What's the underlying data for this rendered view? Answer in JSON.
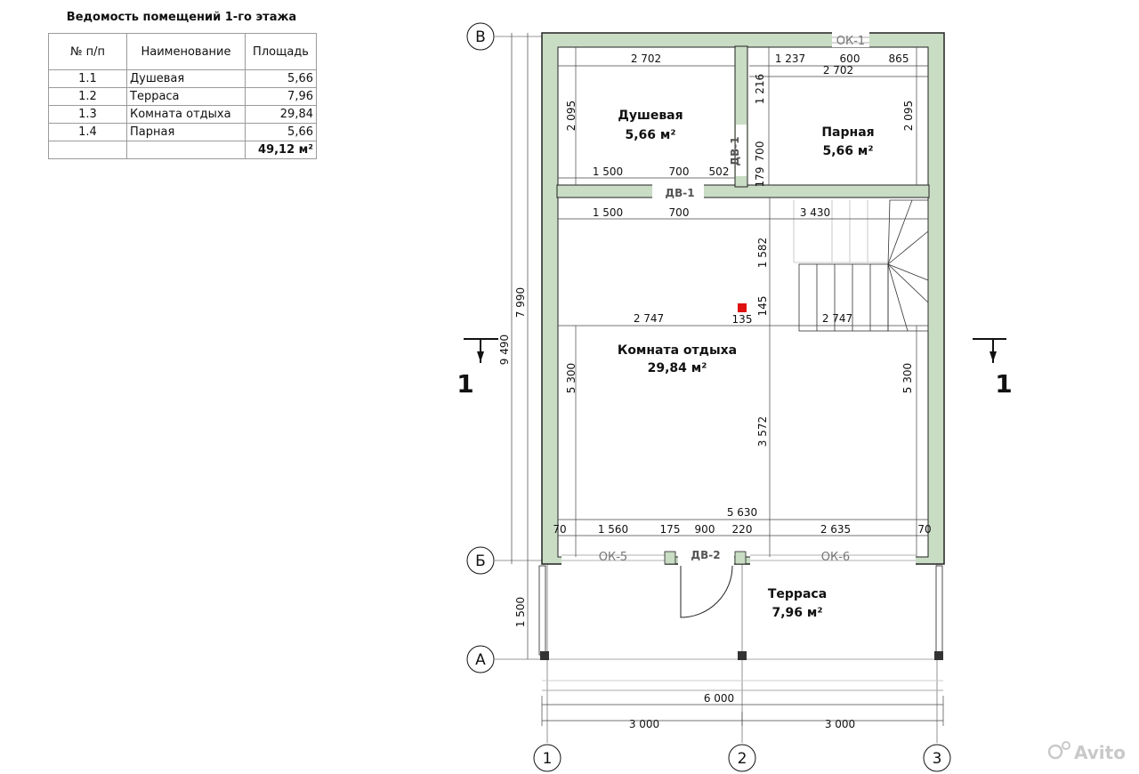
{
  "schedule": {
    "title": "Ведомость помещений 1-го этажа",
    "headers": [
      "№ п/п",
      "Наименование",
      "Площадь"
    ],
    "rows": [
      {
        "num": "1.1",
        "name": "Душевая",
        "area": "5,66"
      },
      {
        "num": "1.2",
        "name": "Терраса",
        "area": "7,96"
      },
      {
        "num": "1.3",
        "name": "Комната отдыха",
        "area": "29,84"
      },
      {
        "num": "1.4",
        "name": "Парная",
        "area": "5,66"
      }
    ],
    "total": "49,12 м²"
  },
  "rooms": {
    "shower": {
      "name": "Душевая",
      "area": "5,66 м²"
    },
    "steam": {
      "name": "Парная",
      "area": "5,66 м²"
    },
    "lounge": {
      "name": "Комната отдыха",
      "area": "29,84 м²"
    },
    "terrace": {
      "name": "Терраса",
      "area": "7,96 м²"
    }
  },
  "tags": {
    "door1": "ДВ-1",
    "door2": "ДВ-2",
    "win1": "ОК-1",
    "win5": "ОК-5",
    "win6": "ОК-6"
  },
  "axes": {
    "v": "В",
    "b": "Б",
    "a": "А",
    "n1": "1",
    "n2": "2",
    "n3": "3"
  },
  "section": "1",
  "watermark": "Avito",
  "dims": {
    "shower_w": "2 702",
    "steam_w": "2 702",
    "steam_1237": "1 237",
    "steam_600": "600",
    "steam_865": "865",
    "shower_h": "2 095",
    "steam_h": "2 095",
    "h1216": "1 216",
    "h700v": "700",
    "h179": "179",
    "d1500": "1 500",
    "d700": "700",
    "d502": "502",
    "l1500": "1 500",
    "l700": "700",
    "l3430": "3 430",
    "h1582": "1 582",
    "h145": "145",
    "l2747a": "2 747",
    "l135": "135",
    "l2747b": "2 747",
    "h5300a": "5 300",
    "h5300b": "5 300",
    "h3572": "3 572",
    "l5630": "5 630",
    "b70a": "70",
    "b1560": "1 560",
    "b175": "175",
    "b900": "900",
    "b220": "220",
    "b2635": "2 635",
    "b70b": "70",
    "v7990": "7 990",
    "v9490": "9 490",
    "v1500": "1 500",
    "w6000": "6 000",
    "w3000a": "3 000",
    "w3000b": "3 000"
  }
}
